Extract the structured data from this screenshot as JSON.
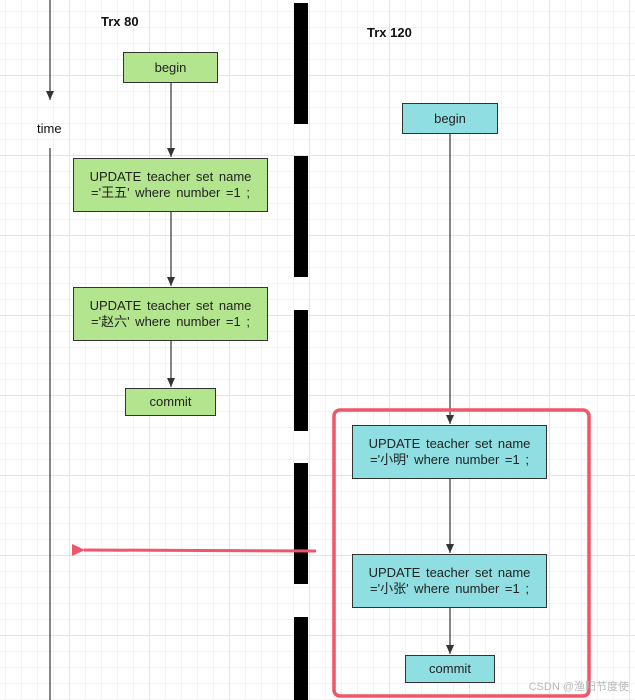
{
  "labels": {
    "trx80": "Trx  80",
    "trx120": "Trx  120",
    "time": "time"
  },
  "trx80": {
    "begin": "begin",
    "update1": "UPDATE  teacher  set name\n='王五' where number =1 ;",
    "update2": "UPDATE  teacher  set name\n='赵六' where number =1 ;",
    "commit": "commit"
  },
  "trx120": {
    "begin": "begin",
    "update1": "UPDATE  teacher  set name\n='小明' where number =1 ;",
    "update2": "UPDATE  teacher  set name\n='小张' where number =1 ;",
    "commit": "commit"
  },
  "watermark": "CSDN @渔阳节度使",
  "colors": {
    "trx80_fill": "#b3e58f",
    "trx120_fill": "#8fdfe2",
    "highlight": "#f0566a",
    "divider": "#000000"
  }
}
